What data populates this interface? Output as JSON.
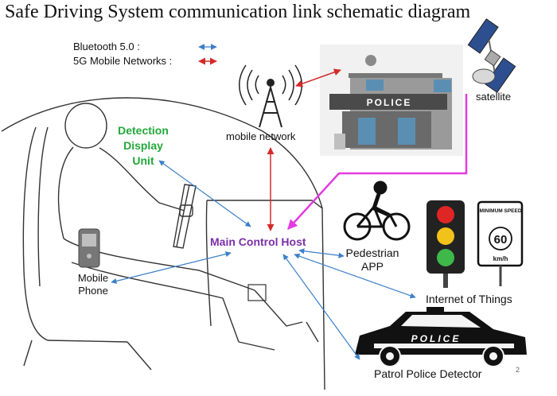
{
  "title": "Safe Driving System communication link schematic diagram",
  "legend": [
    {
      "label": "Bluetooth 5.0 :",
      "color": "#3a7fc9"
    },
    {
      "label": "5G Mobile Networks :",
      "color": "#d42a2a"
    }
  ],
  "labels": {
    "mobile_network": "mobile network",
    "satellite": "satellite",
    "detection_line1": "Detection",
    "detection_line2": "Display",
    "detection_line3": "Unit",
    "main_control_host": "Main Control Host",
    "mobile_phone_line1": "Mobile",
    "mobile_phone_line2": "Phone",
    "pedestrian_line1": "Pedestrian",
    "pedestrian_line2": "APP",
    "internet_of_things": "Internet  of Things",
    "patrol_police_detector": "Patrol Police  Detector",
    "police_sign": "POLICE",
    "police_car_text": "POLICE",
    "speed_sign_top": "MINIMUM SPEED",
    "speed_sign_value": "60",
    "speed_sign_unit": "km/h",
    "page_number": "2"
  },
  "colors": {
    "bluetooth": "#3a7fc9",
    "mobile_5g": "#d42a2a",
    "satellite_link": "#e33be0",
    "green_label": "#22a83a",
    "purple_label": "#7b2fa8"
  }
}
